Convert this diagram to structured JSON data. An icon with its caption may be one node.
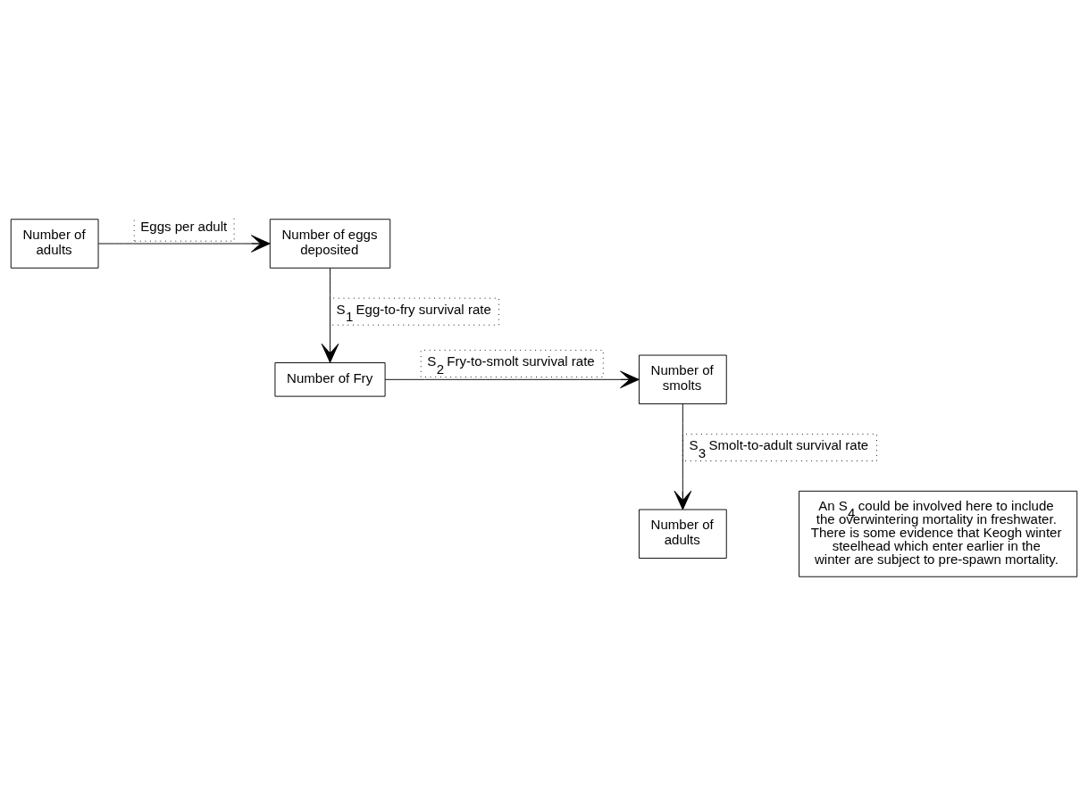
{
  "diagram": {
    "nodes": [
      {
        "text": [
          "Number of adults"
        ]
      },
      {
        "text": [
          "Number of eggs deposited"
        ]
      },
      {
        "text": [
          "Number of Fry"
        ]
      },
      {
        "text": [
          "Number of smolts"
        ]
      },
      {
        "text": [
          "Number of adults"
        ]
      },
      {
        "text": [
          "An S$_{4}$ could be involved here to include the overwintering mortality in freshwater. There is some evidence that Keogh winter steelhead which enter earlier in the winter are subject to pre-spawn mortality."
        ]
      }
    ],
    "edges": [
      {
        "from": 0,
        "to": 1,
        "arrow": "to",
        "label": "Eggs per adult"
      },
      {
        "from": 1,
        "to": 2,
        "arrow": "to",
        "label": "S$_{1}$ Egg-to-fry survival rate"
      },
      {
        "from": 2,
        "to": 3,
        "arrow": "to",
        "label": "S$_{2}$ Fry-to-smolt survival rate"
      },
      {
        "from": 3,
        "to": 4,
        "arrow": "to",
        "label": "S$_{3}$ Smolt-to-adult survival rate"
      }
    ]
  }
}
